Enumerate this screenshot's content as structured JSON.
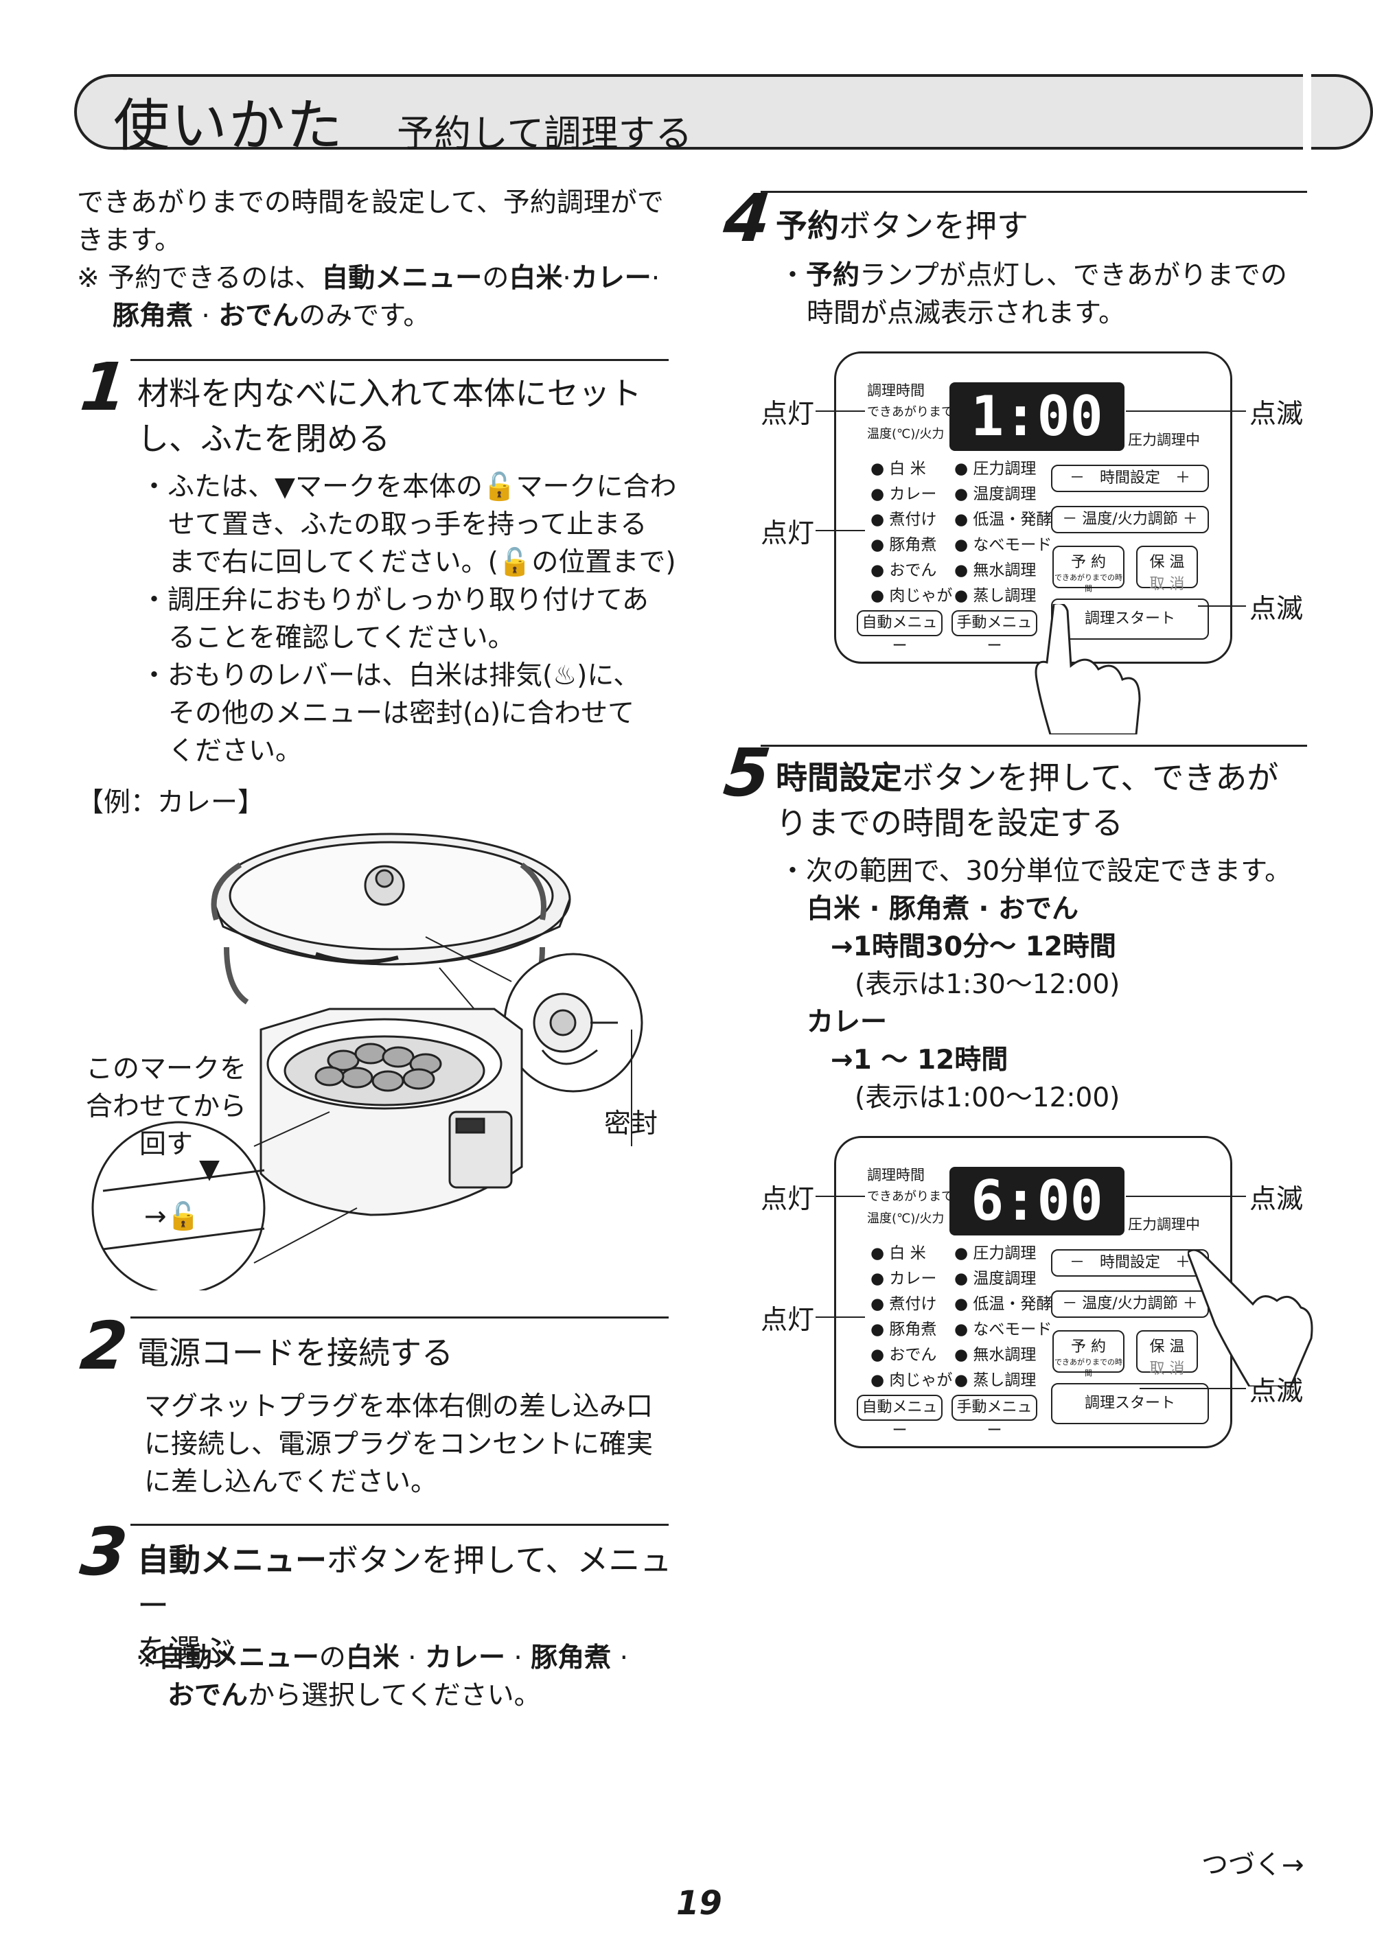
{
  "header": {
    "title": "使いかた",
    "subtitle": "予約して調理する"
  },
  "intro": {
    "line1": "できあがりまでの時間を設定して、予約調理がで",
    "line2": "きます。",
    "note1_pre": "※ 予約できるのは、",
    "note1_b1": "自動メニュー",
    "note1_mid": "の",
    "note1_b2": "白米",
    "note1_sep": "·",
    "note1_b3": "カレー",
    "note1_end": "·",
    "note2_b1": "豚角煮",
    "note2_sep": " · ",
    "note2_b2": "おでん",
    "note2_end": "のみです。"
  },
  "step1": {
    "num": "1",
    "title1": "材料を内なべに入れて本体にセット",
    "title2": "し、ふたを閉める",
    "b1_l1": "・ふたは、▼マークを本体の🔓マークに合わ",
    "b1_l2": "せて置き、ふたの取っ手を持って止まる",
    "b1_l3": "まで右に回してください。(🔓の位置まで)",
    "b2_l1": "・調圧弁におもりがしっかり取り付けてあ",
    "b2_l2": "ることを確認してください。",
    "b3_l1": "・おもりのレバーは、白米は排気(♨)に、",
    "b3_l2": "その他のメニューは密封(⌂)に合わせて",
    "b3_l3": "ください。",
    "example": "【例：カレー】",
    "label_mark1": "このマークを",
    "label_mark2": "合わせてから回す",
    "label_seal": "密封",
    "mark_triangle": "▼",
    "mark_unlock": "→🔓"
  },
  "step2": {
    "num": "2",
    "title": "電源コードを接続する",
    "l1": "マグネットプラグを本体右側の差し込み口",
    "l2": "に接続し、電源プラグをコンセントに確実",
    "l3": "に差し込んでください。"
  },
  "step3": {
    "num": "3",
    "title1_b": "自動メニュー",
    "title1_r": "ボタンを押して、メニュー",
    "title2": "を選ぶ",
    "n_pre": "※",
    "n_b1": "自動メニュー",
    "n_mid": "の",
    "n_b2": "白米",
    "n_s1": " · ",
    "n_b3": "カレー",
    "n_s2": " · ",
    "n_b4": "豚角煮",
    "n_s3": " ·",
    "n2_b": "おでん",
    "n2_r": "から選択してください。"
  },
  "step4": {
    "num": "4",
    "title_b": "予約",
    "title_r": "ボタンを押す",
    "l1_pre": "・",
    "l1_b": "予約",
    "l1_r": "ランプが点灯し、できあがりまでの",
    "l2": "時間が点滅表示されます。"
  },
  "step5": {
    "num": "5",
    "title1_b": "時間設定",
    "title1_r": "ボタンを押して、できあが",
    "title2": "りまでの時間を設定する",
    "l1": "・次の範囲で、30分単位で設定できます。",
    "g1": "白米 · 豚角煮 · おでん",
    "g1_range": "→1時間30分～ 12時間",
    "g1_disp": "(表示は1:30～12:00)",
    "g2": "カレー",
    "g2_range": "→1 ～ 12時間",
    "g2_disp": "(表示は1:00～12:00)"
  },
  "panel": {
    "ind1": "調理時間",
    "ind2": "できあがりまで",
    "ind3": "温度(℃)/火力",
    "pressure": "圧力調理中",
    "menu": [
      "白 米",
      "カレー",
      "煮付け",
      "豚角煮",
      "おでん",
      "肉じゃが"
    ],
    "manual": [
      "圧力調理",
      "温度調理",
      "低温・発酵",
      "なべモード",
      "無水調理",
      "蒸し調理"
    ],
    "time_btn": "－　時間設定　＋",
    "temp_btn": "－ 温度/火力調節 ＋",
    "reserve": "予 約",
    "reserve_sub": "できあがりまでの時間",
    "keep": "保 温",
    "cancel": "取 消",
    "start": "調理スタート",
    "auto": "自動メニュー",
    "hand": "手動メニュー"
  },
  "panel1": {
    "display": "1:00",
    "c_on1": "点灯",
    "c_on2": "点灯",
    "c_blink1": "点滅",
    "c_blink2": "点滅"
  },
  "panel2": {
    "display": "6:00",
    "c_on1": "点灯",
    "c_on2": "点灯",
    "c_blink1": "点滅",
    "c_blink2": "点滅"
  },
  "footer": {
    "continue": "つづく→",
    "page": "19"
  }
}
